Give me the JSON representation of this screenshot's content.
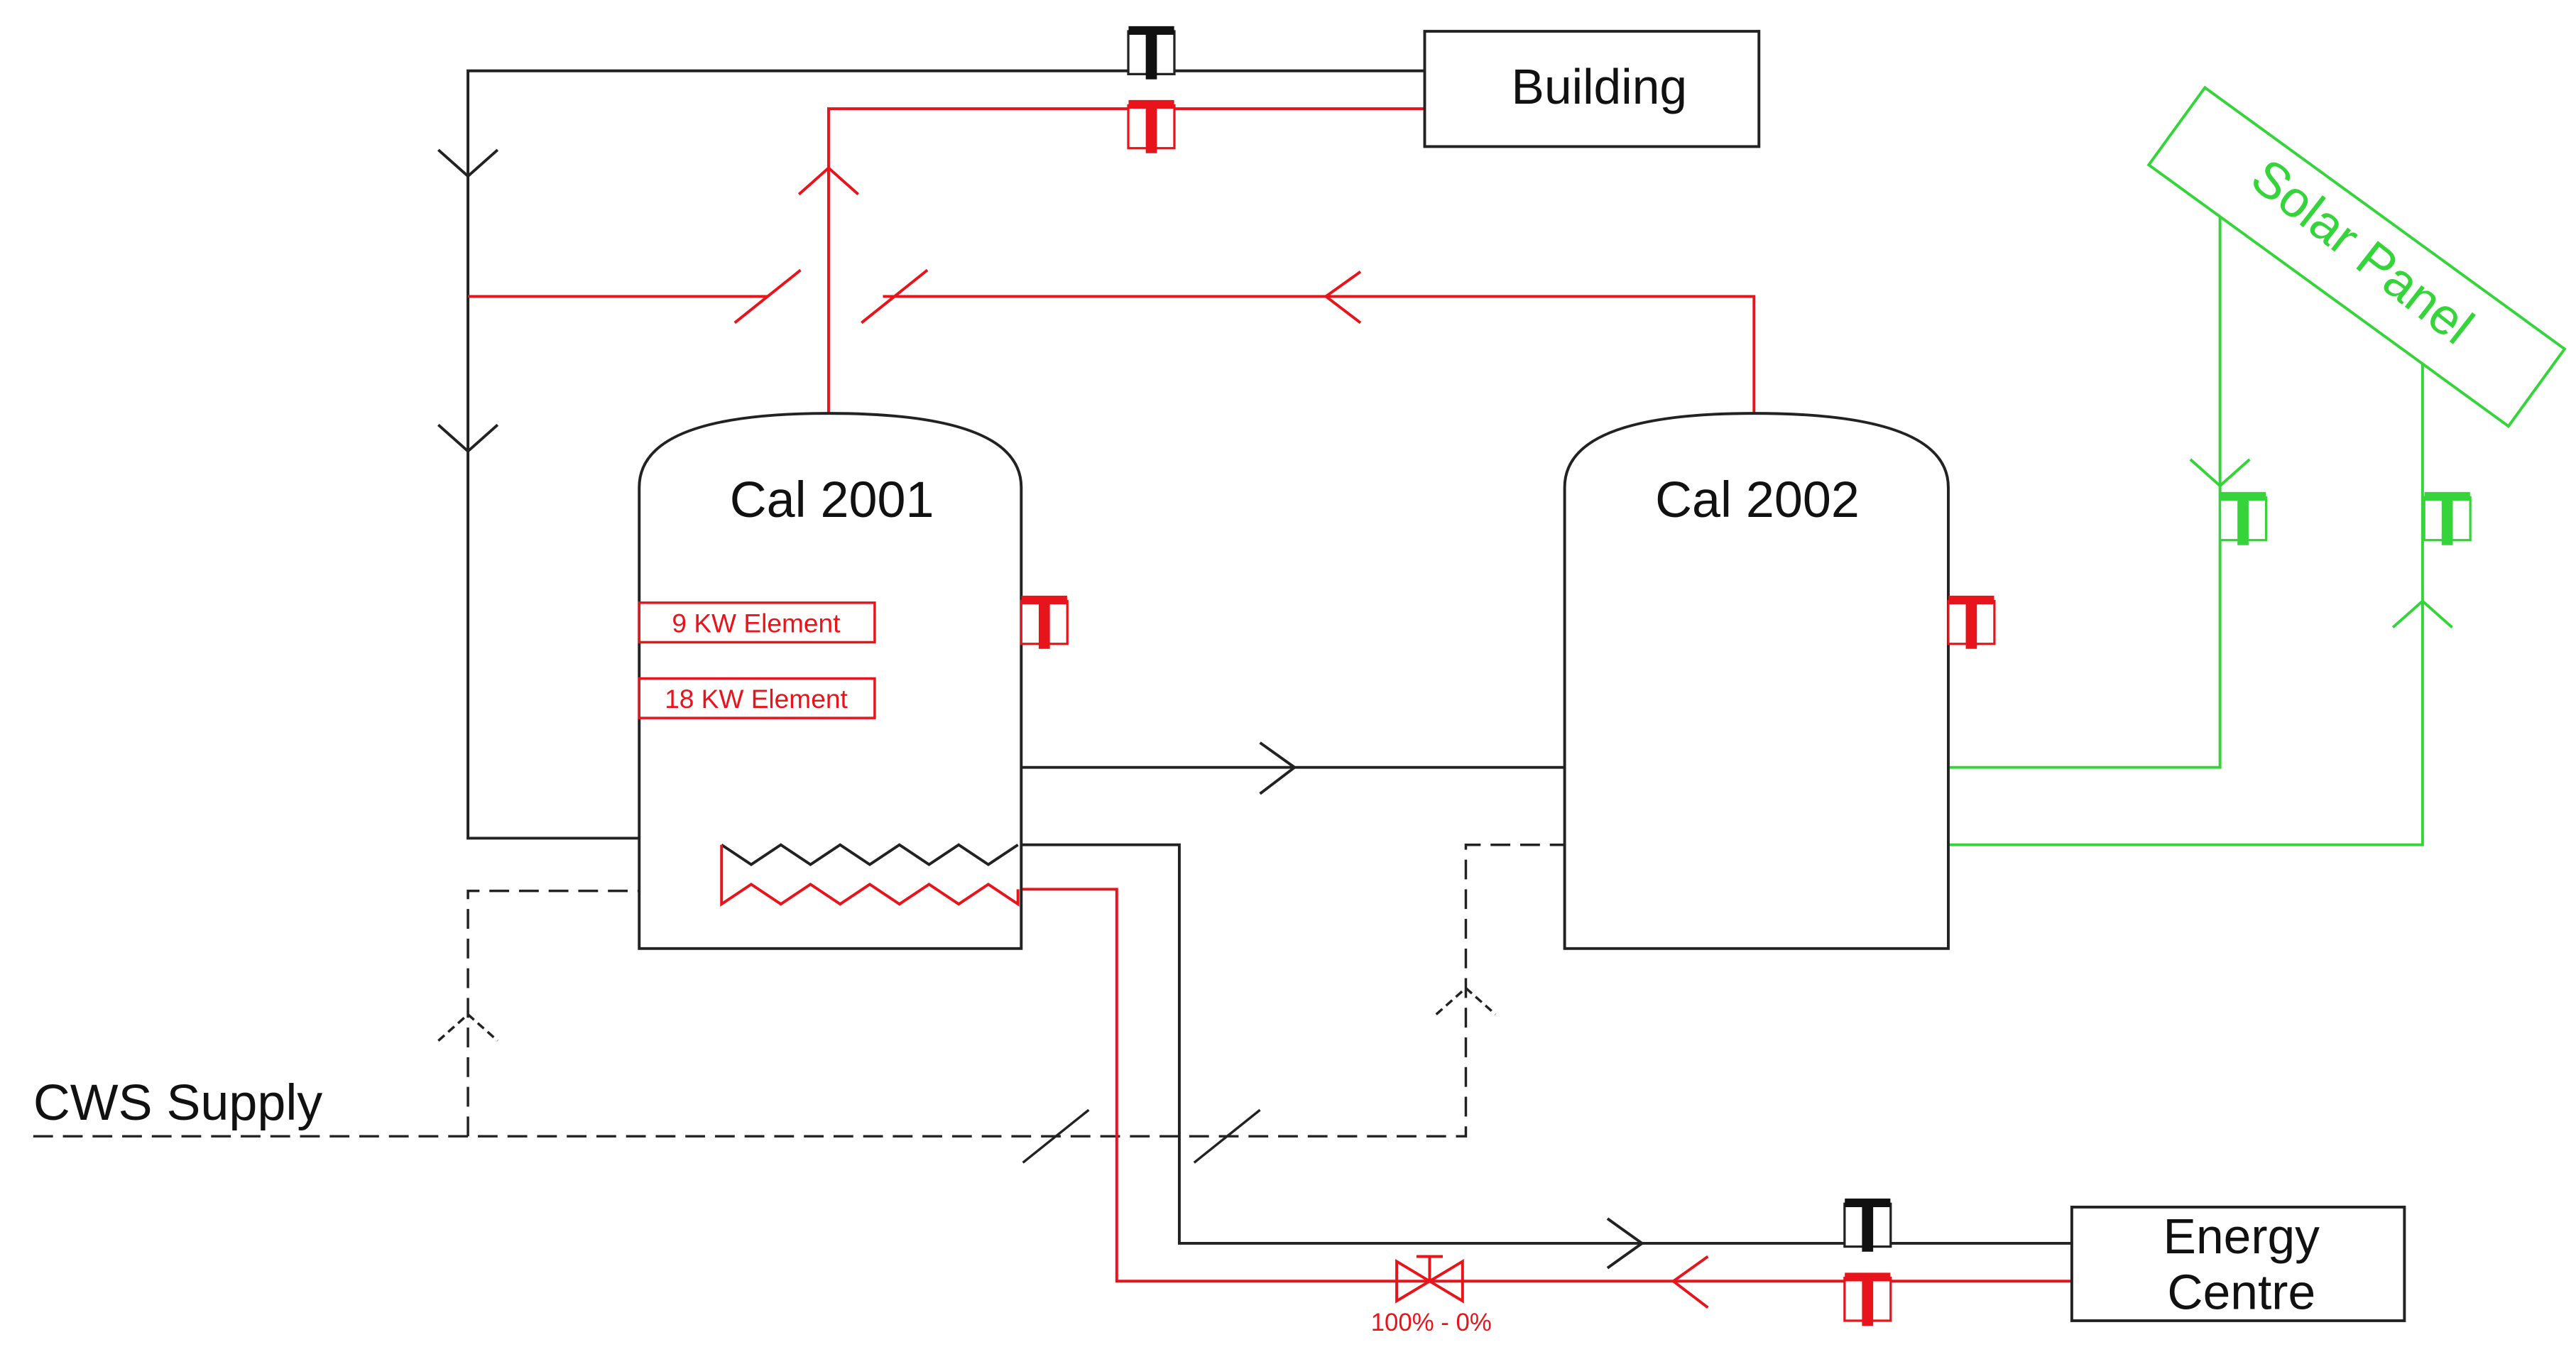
{
  "labels": {
    "building": "Building",
    "cal_2001": "Cal 2001",
    "cal_2002": "Cal 2002",
    "element_9kw": "9 KW Element",
    "element_18kw": "18 KW Element",
    "solar_panel": "Solar Panel",
    "cws_supply": "CWS Supply",
    "energy_centre_line1": "Energy",
    "energy_centre_line2": "Centre",
    "valve_range": "100% - 0%",
    "temp_sensor": "T"
  },
  "colors": {
    "cold_pipe": "#222222",
    "hot_pipe": "#e8141c",
    "solar_pipe": "#35d43a"
  }
}
